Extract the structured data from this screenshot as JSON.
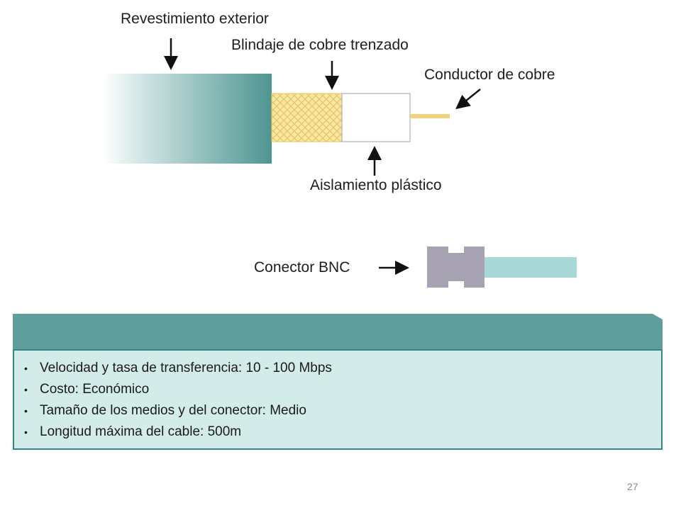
{
  "diagram": {
    "labels": {
      "outer_jacket": "Revestimiento exterior",
      "braided_shield": "Blindaje de cobre trenzado",
      "copper_conductor": "Conductor de cobre",
      "plastic_insulation": "Aislamiento plástico",
      "bnc_connector": "Conector BNC"
    },
    "colors": {
      "jacket": "#4e9591",
      "braid": "#f3d98a",
      "conductor": "#f1d27a",
      "connector": "#a6a2b2",
      "connector_cable": "#a8d9d8",
      "panel_header": "#5f9e9b",
      "panel_body": "#d3ecea"
    }
  },
  "panel": {
    "items": [
      "Velocidad y tasa de transferencia: 10 - 100 Mbps",
      "Costo: Económico",
      "Tamaño de los medios y del conector: Medio",
      "Longitud máxima del cable: 500m"
    ]
  },
  "page_number": "27"
}
